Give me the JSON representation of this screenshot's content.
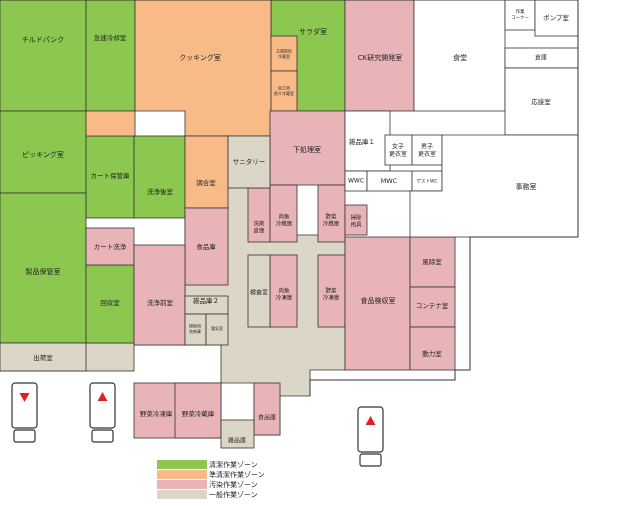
{
  "colors": {
    "clean": "#8cc850",
    "semi_clean": "#f8bb88",
    "dirty": "#e8b4b8",
    "general": "#dcd6c6",
    "office": "#ffffff",
    "wall": "#333333",
    "truck_arrow": "#e02020"
  },
  "legend": [
    {
      "label": "清潔作業ゾーン",
      "zone": "clean"
    },
    {
      "label": "準清潔作業ゾーン",
      "zone": "semi_clean"
    },
    {
      "label": "汚染作業ゾーン",
      "zone": "dirty"
    },
    {
      "label": "一般作業ゾーン",
      "zone": "general"
    }
  ],
  "rooms": {
    "chilled_pan": "チルドパンク",
    "rapid_cooling": "急速冷却室",
    "cooking": "クッキング室",
    "salad": "サラダ室",
    "ck_lab": "CK研究開発室",
    "cafeteria": "食堂",
    "work_corner": "作業\nコーナー",
    "pump": "ポンプ室",
    "warehouse": "倉庫",
    "reception": "応接室",
    "main_veg_cooler": "主菜前処\n冷蔵室",
    "processed_frozen": "加工肉\n魚介冷蔵室",
    "picking": "ピッキング室",
    "cart_storage": "カート保管庫",
    "wash_after": "洗浄後室",
    "seasoning": "調合室",
    "sanitary": "サニタリー",
    "prep": "下処理室",
    "storage1": "雑品庫１",
    "female_locker": "女子\n更衣室",
    "male_locker": "男子\n更衣室",
    "wwc": "WWC",
    "mwc": "MWC",
    "guest_wc": "ゲストWC",
    "office": "事務室",
    "detergent": "洗剤\n倉庫",
    "meat_fish_cold": "肉魚\n冷蔵庫",
    "veg_cold": "野菜\n冷蔵庫",
    "cleaning_tools": "掃除\n用具",
    "cart_wash": "カート洗浄",
    "food_store": "食品庫",
    "product_storage": "製品保管室",
    "wind_room": "風除室",
    "return_room": "回収室",
    "wash_before": "洗浄前室",
    "storage2": "雑品庫２",
    "inspection_room": "検査室",
    "meat_fish_frozen": "肉魚\n冷凍庫",
    "veg_frozen": "野菜\n冷凍庫",
    "food_inspection": "食品検収室",
    "container": "コンテナ室",
    "cleaning_supplies": "掃除用\n洗剤庫",
    "electrical": "電気室",
    "power": "動力室",
    "shipping": "出荷室",
    "veg_cold_storage": "野菜冷凍庫",
    "veg_cold_storage2": "野菜冷蔵庫",
    "food_store2": "食品庫",
    "storage_bottom": "雑品庫"
  },
  "trucks": [
    {
      "id": "truck-1",
      "direction": "down"
    },
    {
      "id": "truck-2",
      "direction": "up"
    },
    {
      "id": "truck-3",
      "direction": "up"
    }
  ]
}
